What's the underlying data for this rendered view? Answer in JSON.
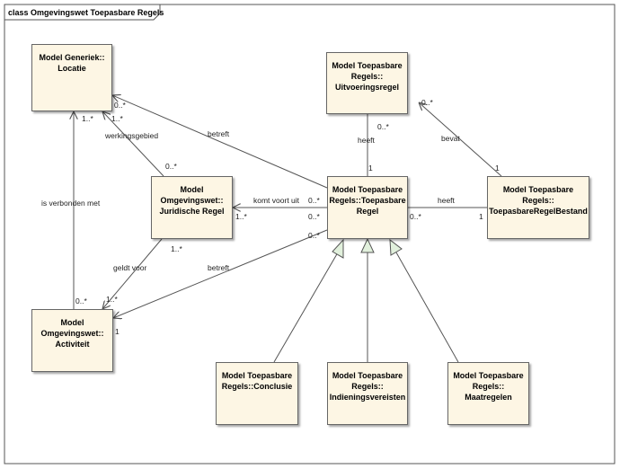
{
  "diagram": {
    "frame_title": "class Omgevingswet Toepasbare Regels",
    "classes": {
      "locatie": "Model Generiek:: Locatie",
      "uitvoeringsregel": "Model Toepasbare Regels:: Uitvoeringsregel",
      "juridische_regel": "Model Omgevingswet:: Juridische Regel",
      "toepasbare_regel": "Model Toepasbare Regels::Toepasbare Regel",
      "bestand": "Model Toepasbare Regels:: ToepasbareRegelBestand",
      "activiteit": "Model Omgevingswet:: Activiteit",
      "conclusie": "Model Toepasbare Regels::Conclusie",
      "indieningsvereisten": "Model Toepasbare Regels:: Indieningsvereisten",
      "maatregelen": "Model Toepasbare Regels:: Maatregelen"
    },
    "labels": {
      "betreft_locatie": "betreft",
      "werkingsgebied": "werkingsgebied",
      "is_verbonden_met": "is verbonden met",
      "heeft_uitvoering": "heeft",
      "bevat": "bevat",
      "komt_voort_uit": "komt voort uit",
      "heeft_bestand": "heeft",
      "geldt_voor": "geldt voor",
      "betreft_activiteit": "betreft"
    },
    "multiplicities": {
      "loc_betreft": "0..*",
      "loc_werk": "1..*",
      "loc_verbonden": "1..*",
      "jur_werk": "0..*",
      "uitv_heeft": "0..*",
      "uitv_bevat": "0..*",
      "tr_heeft_uitv": "1",
      "bestand_bevat": "1",
      "tr_komt": "0..*",
      "jur_komt": "1..*",
      "tr_loc": "0..*",
      "tr_heeft_bestand": "0..*",
      "bestand_heeft": "1",
      "tr_act": "0..*",
      "jur_geldt": "1..*",
      "act_geldt": "1..*",
      "act_verbonden": "0..*",
      "act_betreft": "1"
    }
  }
}
